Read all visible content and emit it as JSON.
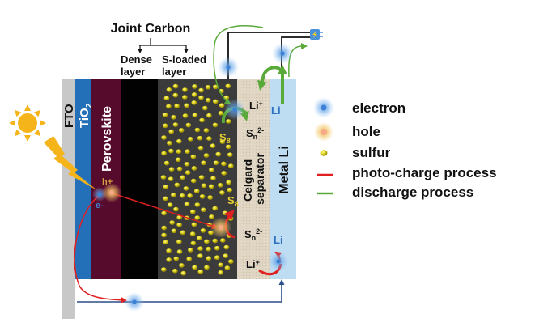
{
  "title": "Joint Carbon",
  "carbon_sublayers": [
    "Dense layer",
    "S-loaded layer"
  ],
  "carbon_sublayer_lines": [
    [
      "Dense",
      "layer"
    ],
    [
      "S-loaded",
      "layer"
    ]
  ],
  "layers": [
    {
      "id": "fto",
      "label": "FTO",
      "color": "#c8c8c8",
      "text_color": "#111111"
    },
    {
      "id": "tio2",
      "label": "TiO",
      "sub": "2",
      "color": "#2470b8",
      "text_color": "#ffffff"
    },
    {
      "id": "perovskite",
      "label": "Perovskite",
      "color": "#560a2c",
      "text_color": "#ffffff"
    },
    {
      "id": "dense",
      "label": "",
      "color": "#020202"
    },
    {
      "id": "s-loaded",
      "label": "",
      "color": "#3b3b3b"
    },
    {
      "id": "separator",
      "label": "Celgard separator",
      "lines": [
        "Celgard",
        "separator"
      ],
      "color": "#ddd3c0",
      "text_color": "#111111"
    },
    {
      "id": "li-metal",
      "label": "Metal Li",
      "color": "#bedcf2",
      "text_color": "#111111"
    }
  ],
  "species": {
    "hole": "h+",
    "electron": "e-",
    "s8": "S8",
    "sn2": "Sn2-",
    "li_ion": "Li+",
    "li": "Li"
  },
  "legend": [
    {
      "icon": "electron-icon",
      "label": "electron",
      "color": "#4a90d9"
    },
    {
      "icon": "hole-icon",
      "label": "hole",
      "color": "#f0a070"
    },
    {
      "icon": "sulfur-icon",
      "label": "sulfur",
      "color": "#e8e020"
    },
    {
      "icon": "red-line-icon",
      "label": "photo-charge process",
      "color": "#e02020"
    },
    {
      "icon": "green-line-icon",
      "label": "discharge process",
      "color": "#5aaa3a"
    }
  ],
  "colors": {
    "photo_charge": "#e02020",
    "discharge": "#5aaa3a",
    "electron": "#4a90d9",
    "wire": "#111111",
    "circuit_bottom": "#2a4f8a",
    "sun": "#f4b41a",
    "sulfur": "#e8e020"
  }
}
